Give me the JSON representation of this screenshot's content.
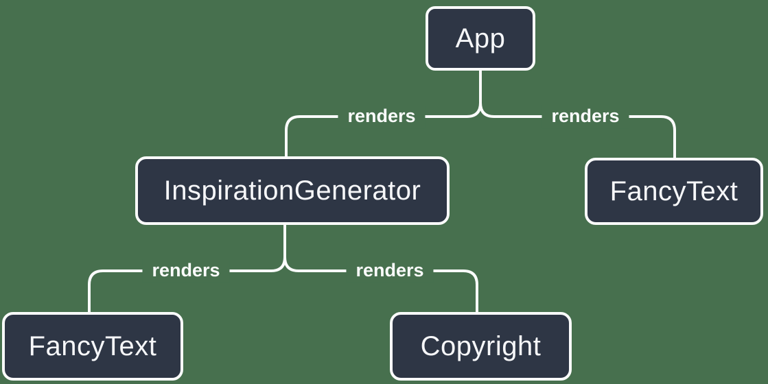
{
  "colors": {
    "background": "#47704E",
    "node_fill": "#2E3645",
    "node_border": "#FBFCFC",
    "edge_line": "#FBFCFC",
    "node_text": "#F6F7F9"
  },
  "nodes": [
    {
      "id": "app",
      "label": "App"
    },
    {
      "id": "inspiration-generator",
      "label": "InspirationGenerator"
    },
    {
      "id": "fancy-text-right",
      "label": "FancyText"
    },
    {
      "id": "fancy-text-left",
      "label": "FancyText"
    },
    {
      "id": "copyright",
      "label": "Copyright"
    }
  ],
  "edges": [
    {
      "from": "App",
      "to": "InspirationGenerator",
      "label": "renders"
    },
    {
      "from": "App",
      "to": "FancyText",
      "label": "renders"
    },
    {
      "from": "InspirationGenerator",
      "to": "FancyText",
      "label": "renders"
    },
    {
      "from": "InspirationGenerator",
      "to": "Copyright",
      "label": "renders"
    }
  ]
}
